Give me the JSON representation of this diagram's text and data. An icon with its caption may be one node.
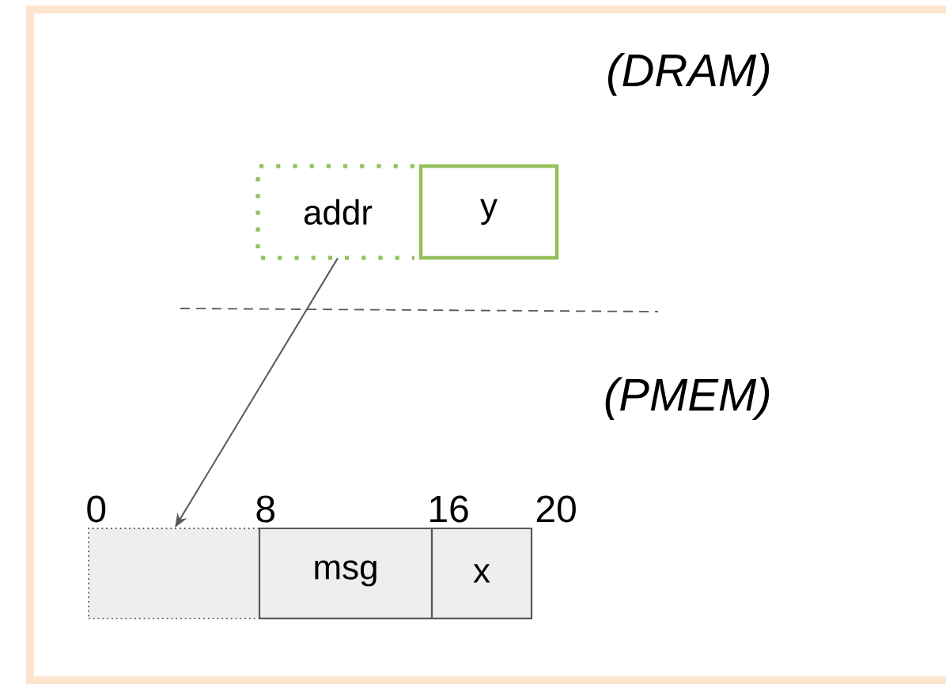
{
  "diagram": {
    "nodes": [
      {
        "text": [
          "addr"
        ]
      },
      {
        "text": [
          "y"
        ]
      },
      {
        "text": [],
        "shape": "box"
      },
      {
        "text": [
          "msg"
        ]
      },
      {
        "text": [
          "x"
        ]
      }
    ],
    "edges": [
      {
        "from": 0,
        "to": 2,
        "arrow": "to"
      }
    ],
    "labels": [
      "(DRAM)",
      "(PMEM)",
      "0",
      "8",
      "16",
      "20"
    ]
  }
}
